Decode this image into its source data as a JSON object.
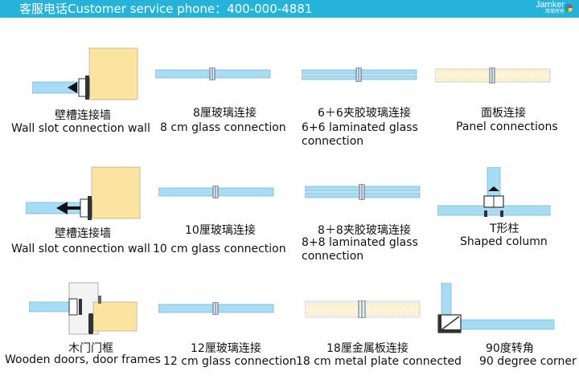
{
  "header": {
    "service_phone": "客服电话Customer service phone：400-000-4881",
    "brand_name": "Jamker",
    "brand_subtitle": "简单所有"
  },
  "colors": {
    "header_bar": "#26b3d9",
    "glass": "#a7ddf4",
    "panel": "#fbe3a0",
    "metal": "#9ea3a8"
  },
  "items": [
    {
      "cn": "壁槽连接墙",
      "en": "Wall slot connection wall",
      "icon": "wall-slot-diagram"
    },
    {
      "cn": "8厘玻璃连接",
      "en": "8 cm glass connection",
      "icon": "glass-joint-diagram"
    },
    {
      "cn": "6＋6夹胶玻璃连接",
      "en": "6+6 laminated glass",
      "en2": "connection",
      "icon": "laminated-glass-diagram"
    },
    {
      "cn": "面板连接",
      "en": "Panel connections",
      "icon": "panel-joint-diagram"
    },
    {
      "cn": "壁槽连接墙",
      "en": "Wall slot connection wall",
      "icon": "wall-slot-diagram"
    },
    {
      "cn": "10厘玻璃连接",
      "en": "10 cm glass connection",
      "icon": "glass-joint-diagram"
    },
    {
      "cn": "8＋8夹胶玻璃连接",
      "en": "8+8 laminated glass",
      "en2": "connection",
      "icon": "laminated-glass-diagram"
    },
    {
      "cn": "T形柱",
      "en": "Shaped column",
      "icon": "t-column-diagram"
    },
    {
      "cn": "木门门框",
      "en": "Wooden doors, door frames",
      "icon": "door-frame-diagram"
    },
    {
      "cn": "12厘玻璃连接",
      "en": "12 cm glass connection",
      "icon": "glass-joint-diagram"
    },
    {
      "cn": "18厘金属板连接",
      "en": "18 cm metal plate connected",
      "icon": "metal-plate-diagram"
    },
    {
      "cn": "90度转角",
      "en": "90 degree corner",
      "icon": "corner-diagram"
    }
  ]
}
